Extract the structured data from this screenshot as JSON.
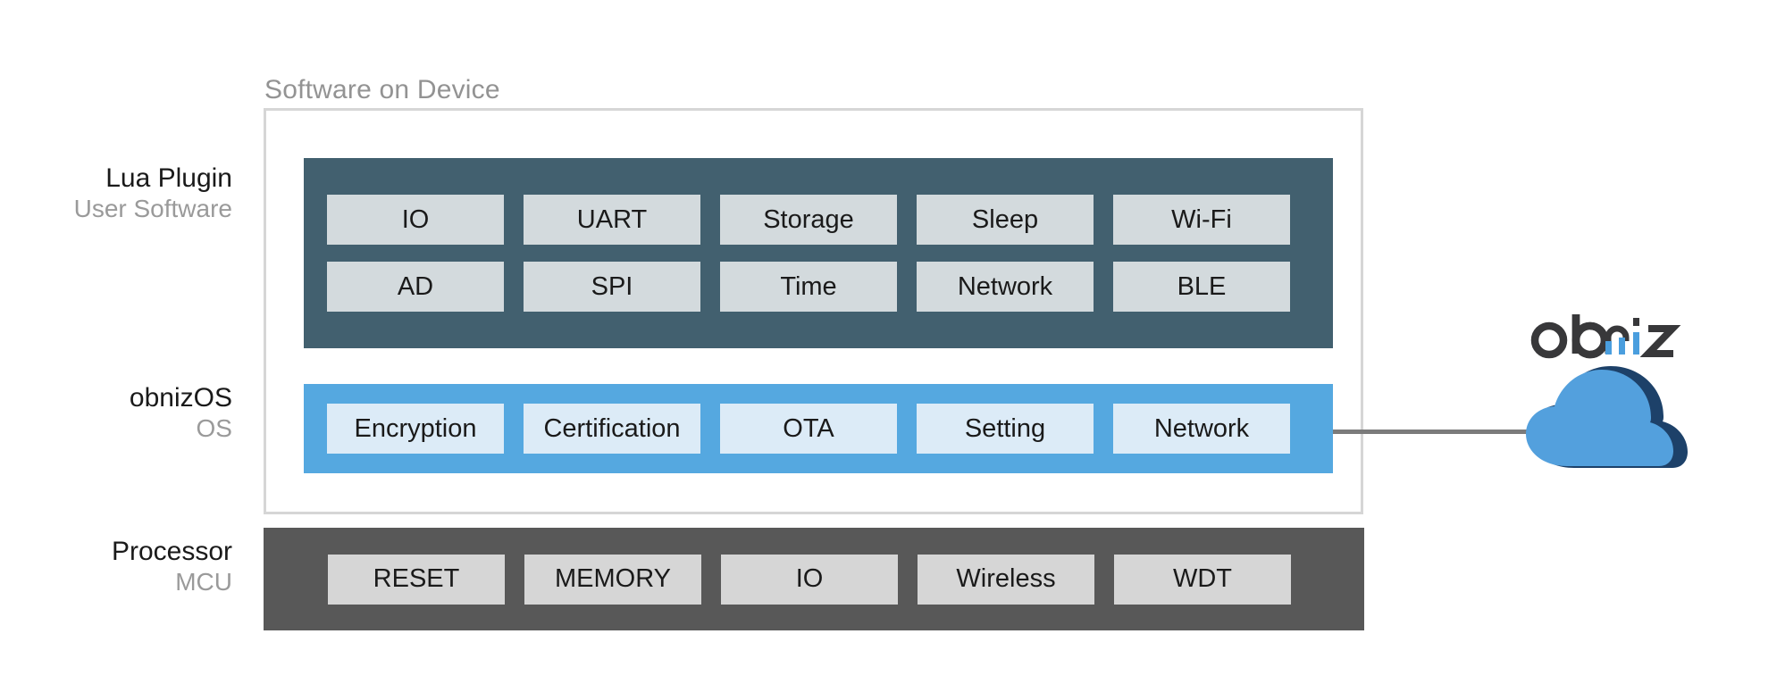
{
  "diagram": {
    "section_title": "Software on Device",
    "rows": [
      {
        "id": "lua",
        "primary_label": "Lua Plugin",
        "secondary_label": "User Software",
        "band_color": "#42606F",
        "cell_color": "#d3dadd",
        "grid": [
          [
            "IO",
            "UART",
            "Storage",
            "Sleep",
            "Wi-Fi"
          ],
          [
            "AD",
            "SPI",
            "Time",
            "Network",
            "BLE"
          ]
        ]
      },
      {
        "id": "os",
        "primary_label": "obnizOS",
        "secondary_label": "OS",
        "band_color": "#55a8e0",
        "cell_color": "#dcebf7",
        "grid": [
          [
            "Encryption",
            "Certification",
            "OTA",
            "Setting",
            "Network"
          ]
        ]
      },
      {
        "id": "processor",
        "primary_label": "Processor",
        "secondary_label": "MCU",
        "band_color": "#585858",
        "cell_color": "#d6d6d6",
        "grid": [
          [
            "RESET",
            "MEMORY",
            "IO",
            "Wireless",
            "WDT"
          ]
        ]
      }
    ],
    "cloud": {
      "logo_text_dark_1": "ob",
      "logo_text_accent": "ni",
      "logo_text_dark_2": "z",
      "logo_dark_color": "#38383a",
      "logo_accent_color": "#4a9ede",
      "cloud_fill": "#53a0dd",
      "cloud_shadow": "#1d4169"
    },
    "connector_color": "#7b7b7b",
    "container_border_color": "#d6d6d6"
  }
}
